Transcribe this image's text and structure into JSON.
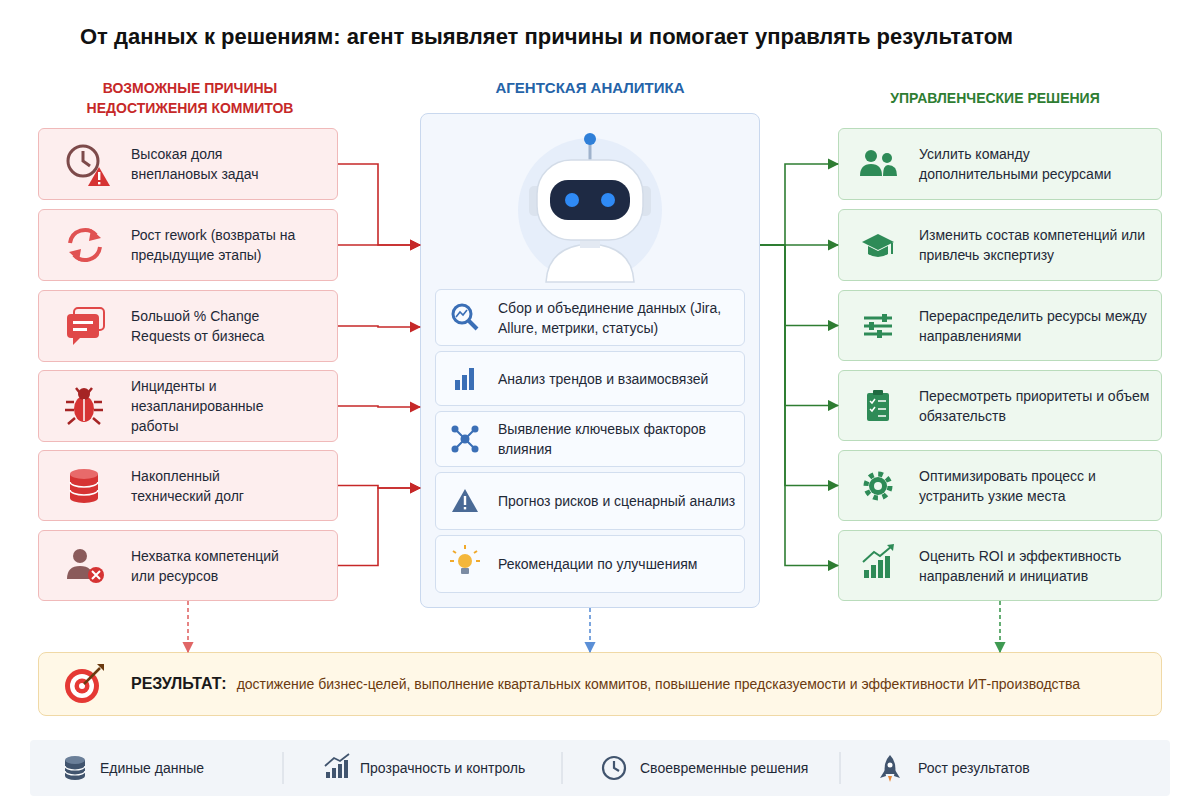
{
  "diagram": {
    "title": "От данных к решениям: агент выявляет причины и помогает управлять результатом",
    "nodes": [
      {
        "text": [
          "Высокая доля внеплановых задач"
        ]
      },
      {
        "text": [
          "Рост rework (возвраты на предыдущие этапы)"
        ]
      },
      {
        "text": [
          "Большой % Change Requests от бизнеса"
        ]
      },
      {
        "text": [
          "Инциденты и незапланированные работы"
        ]
      },
      {
        "text": [
          "Накопленный технический долг"
        ]
      },
      {
        "text": [
          "Нехватка компетенций или ресурсов"
        ]
      },
      {
        "text": [
          "АГЕНТСКАЯ АНАЛИТИКА"
        ]
      },
      {
        "text": [
          "Сбор и объединение данных (Jira, Allure, метрики, статусы)"
        ],
        "in": 6
      },
      {
        "text": [
          "Анализ трендов и взаимосвязей"
        ],
        "in": 6
      },
      {
        "text": [
          "Выявление ключевых факторов влияния"
        ],
        "in": 6
      },
      {
        "text": [
          "Прогноз рисков и сценарный анализ"
        ],
        "in": 6
      },
      {
        "text": [
          "Рекомендации по улучшениям"
        ],
        "in": 6
      },
      {
        "text": [
          "Усилить команду дополнительными ресурсами"
        ]
      },
      {
        "text": [
          "Изменить состав компетенций или привлечь экспертизу"
        ]
      },
      {
        "text": [
          "Перераспределить ресурсы между направлениями"
        ]
      },
      {
        "text": [
          "Пересмотреть приоритеты и объем обязательств"
        ]
      },
      {
        "text": [
          "Оптимизировать процесс и устранить узкие места"
        ]
      },
      {
        "text": [
          "Оценить ROI и эффективность направлений и инициатив"
        ]
      },
      {
        "text": [
          "РЕЗУЛЬТАТ:",
          "достижение бизнес-целей, выполнение квартальных коммитов, повышение предсказуемости и эффективности ИТ-производства"
        ]
      }
    ],
    "edges": [
      {
        "from": 0,
        "to": 6,
        "arrow": "to"
      },
      {
        "from": 1,
        "to": 6,
        "arrow": "to"
      },
      {
        "from": 2,
        "to": 6,
        "arrow": "to"
      },
      {
        "from": 3,
        "to": 6,
        "arrow": "to"
      },
      {
        "from": 4,
        "to": 6,
        "arrow": "to"
      },
      {
        "from": 5,
        "to": 6,
        "arrow": "to"
      },
      {
        "from": 6,
        "to": 12,
        "arrow": "to"
      },
      {
        "from": 6,
        "to": 13,
        "arrow": "to"
      },
      {
        "from": 6,
        "to": 14,
        "arrow": "to"
      },
      {
        "from": 6,
        "to": 15,
        "arrow": "to"
      },
      {
        "from": 6,
        "to": 16,
        "arrow": "to"
      },
      {
        "from": 6,
        "to": 17,
        "arrow": "to"
      },
      {
        "from": 5,
        "to": 18,
        "arrow": "to"
      },
      {
        "from": 6,
        "to": 18,
        "arrow": "to"
      },
      {
        "from": 17,
        "to": 18,
        "arrow": "to"
      }
    ],
    "labels": [
      "ВОЗМОЖНЫЕ ПРИЧИНЫ НЕДОСТИЖЕНИЯ КОММИТОВ",
      "УПРАВЛЕНЧЕСКИЕ РЕШЕНИЯ",
      "Единые данные",
      "Прозрачность и контроль",
      "Своевременные решения",
      "Рост результатов"
    ]
  }
}
